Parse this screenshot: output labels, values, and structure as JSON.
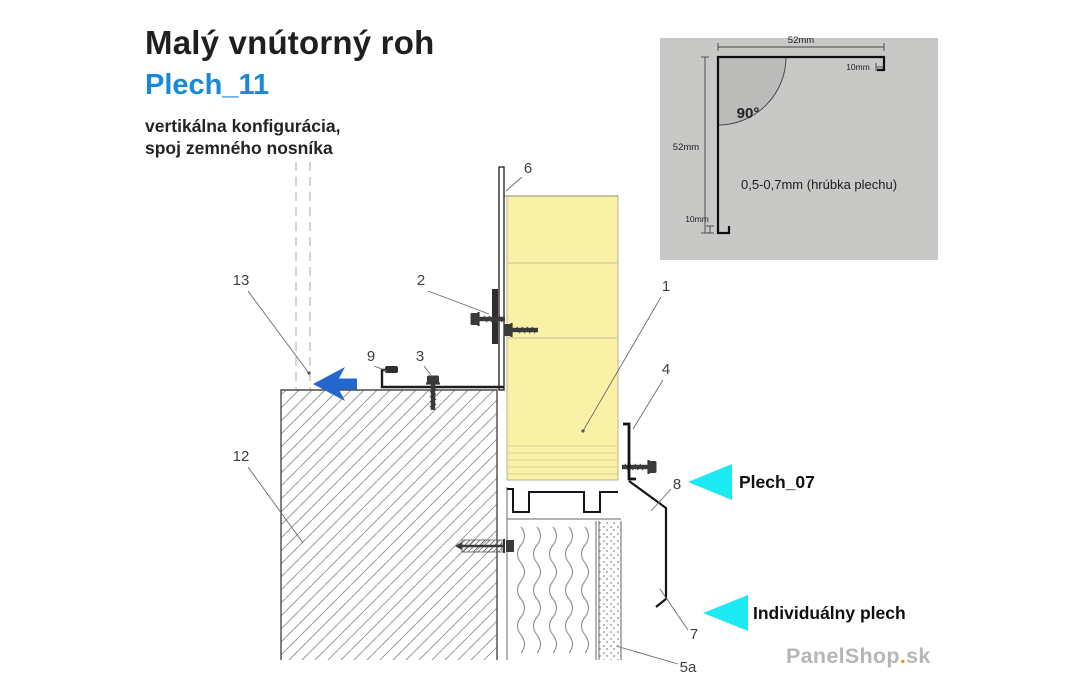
{
  "header": {
    "title": "Malý vnútorný roh",
    "subtitle": "Plech_11",
    "description_line1": "vertikálna konfigurácia,",
    "description_line2": "spoj zemného nosníka"
  },
  "inset_detail": {
    "dim_top": "52mm",
    "dim_top_right": "10mm",
    "angle": "90°",
    "dim_left": "52mm",
    "dim_bottom": "10mm",
    "thickness_note": "0,5-0,7mm (hrúbka plechu)"
  },
  "callouts": [
    "6",
    "13",
    "2",
    "9",
    "3",
    "1",
    "4",
    "8",
    "12",
    "7",
    "5a"
  ],
  "labels": {
    "plech07": "Plech_07",
    "individualny_plech": "Individuálny plech"
  },
  "watermark": {
    "brand": "PanelShop",
    "dot": ".",
    "tld": "sk"
  },
  "colors": {
    "accent_blue": "#1789d8",
    "panel_yellow": "#f8f1a6",
    "cyan_arrow": "#1ce9f2",
    "pointer_blue": "#2468cf",
    "inset_bg": "#c8c8c6",
    "watermark_gray": "#b6b6b6",
    "dot_orange": "#f29318"
  }
}
